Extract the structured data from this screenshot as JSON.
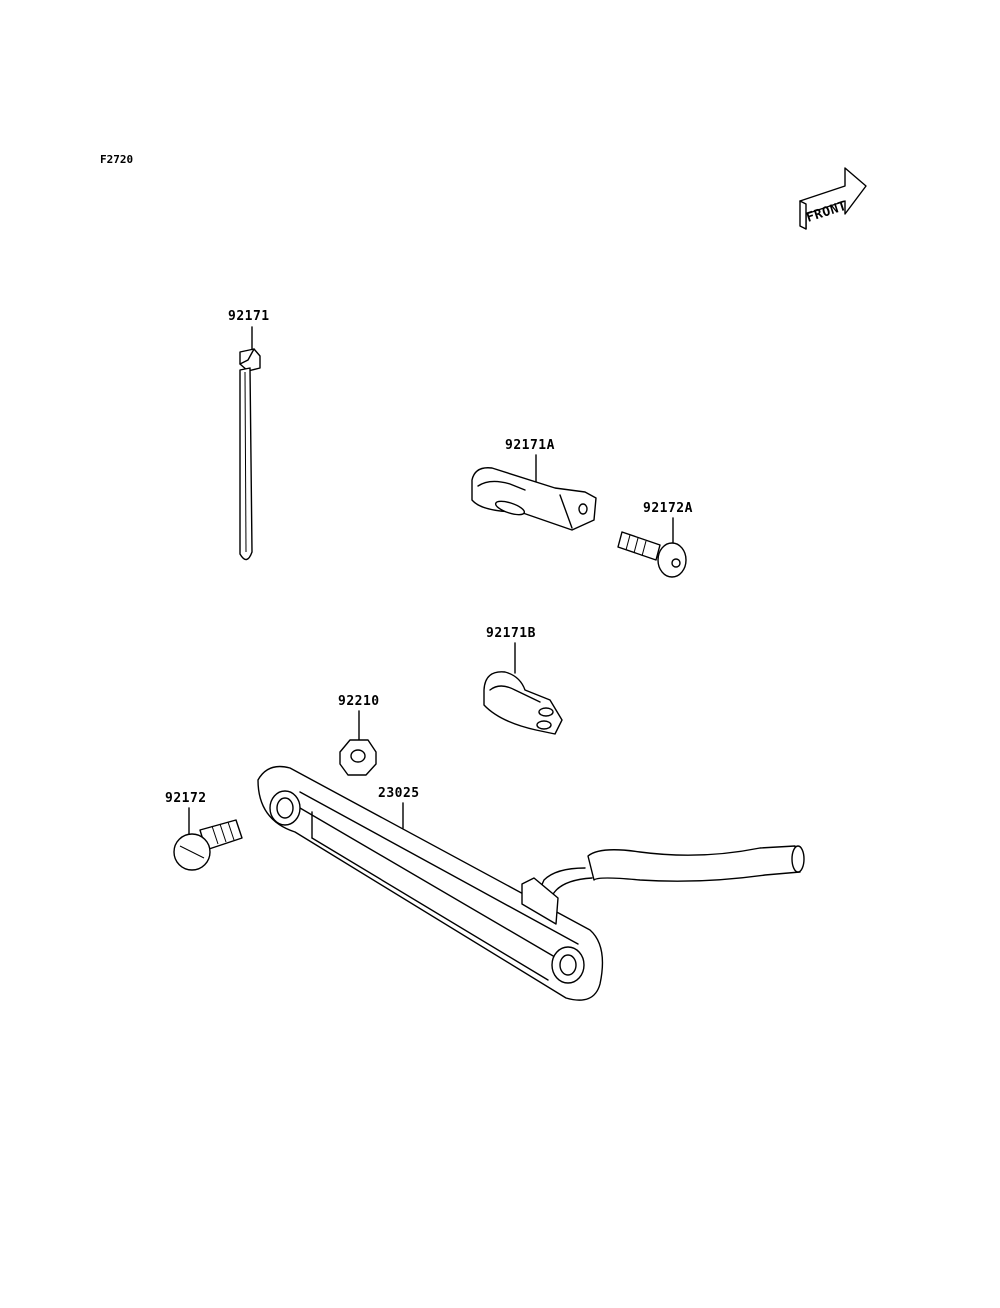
{
  "figure_code": "F2720",
  "front_label": "FRONT",
  "parts": [
    {
      "id": "92171",
      "label": "92171"
    },
    {
      "id": "92171A",
      "label": "92171A"
    },
    {
      "id": "92172A",
      "label": "92172A"
    },
    {
      "id": "92171B",
      "label": "92171B"
    },
    {
      "id": "92210",
      "label": "92210"
    },
    {
      "id": "92172",
      "label": "92172"
    },
    {
      "id": "23025",
      "label": "23025"
    }
  ]
}
